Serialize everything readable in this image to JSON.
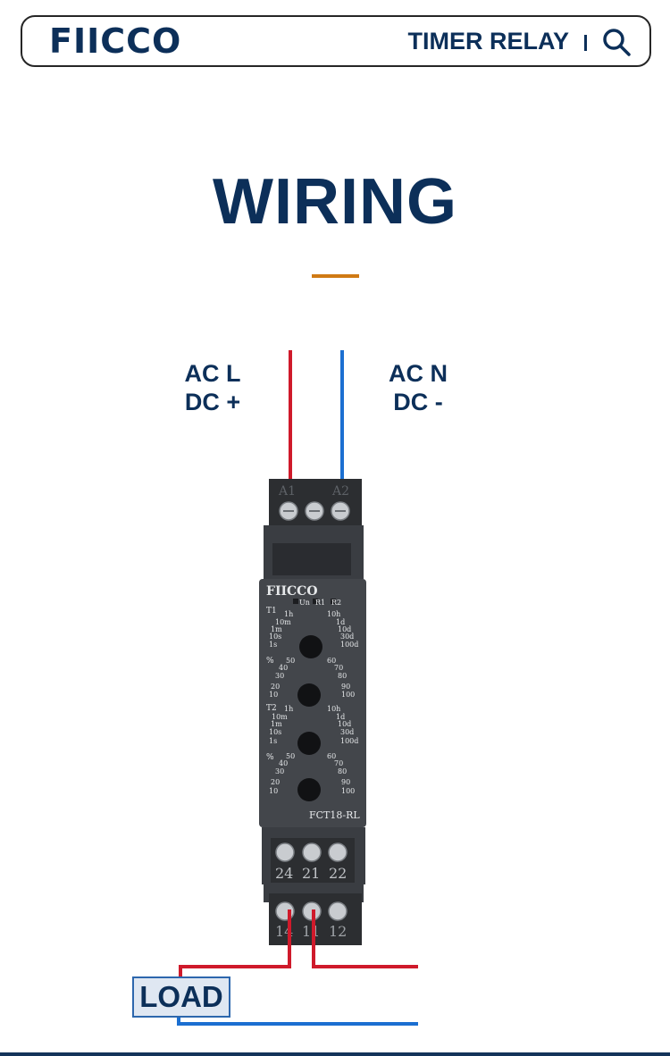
{
  "header": {
    "brand": "FIICCO",
    "nav_title": "TIMER RELAY",
    "search_icon": "search-icon"
  },
  "headline": "WIRING",
  "wiring": {
    "left_label_line1": "AC L",
    "left_label_line2": "DC +",
    "right_label_line1": "AC N",
    "right_label_line2": "DC -",
    "load_label": "LOAD",
    "colors": {
      "red": "#cf1a2b",
      "blue": "#1b6fd1",
      "accent": "#d07a14",
      "navy": "#0c2f59"
    }
  },
  "relay": {
    "brand": "FIICCO",
    "model": "FCT18-RL",
    "top_terminals": [
      "A1",
      "A2"
    ],
    "indicators": [
      "Un",
      "R1",
      "R2"
    ],
    "knob1": {
      "label": "T1",
      "left": [
        "1h",
        "10m",
        "1m",
        "10s",
        "1s"
      ],
      "right": [
        "10h",
        "1d",
        "10d",
        "30d",
        "100d"
      ]
    },
    "knob2": {
      "label": "%",
      "left": [
        "50",
        "40",
        "30",
        "20",
        "10"
      ],
      "right": [
        "60",
        "70",
        "80",
        "90",
        "100"
      ]
    },
    "knob3": {
      "label": "T2",
      "left": [
        "1h",
        "10m",
        "1m",
        "10s",
        "1s"
      ],
      "right": [
        "10h",
        "1d",
        "10d",
        "30d",
        "100d"
      ]
    },
    "knob4": {
      "label": "%",
      "left": [
        "50",
        "40",
        "30",
        "20",
        "10"
      ],
      "right": [
        "60",
        "70",
        "80",
        "90",
        "100"
      ]
    },
    "mid_terminals": [
      "24",
      "21",
      "22"
    ],
    "bottom_terminals": [
      "14",
      "11",
      "12"
    ]
  }
}
